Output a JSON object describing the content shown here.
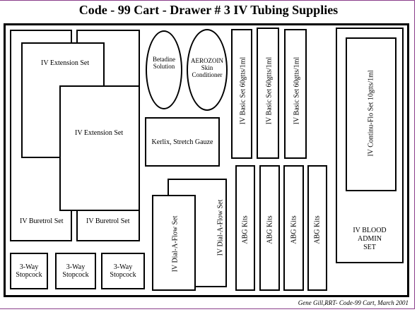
{
  "title": "Code - 99 Cart - Drawer # 3 IV Tubing Supplies",
  "items": {
    "buretrol_left": "IV Buretrol Set",
    "buretrol_right": "IV Buretrol Set",
    "extension_top": "IV Extension Set",
    "extension_front": "IV Extension Set",
    "stopcock_1": "3-Way\nStopcock",
    "stopcock_2": "3-Way\nStopcock",
    "stopcock_3": "3-Way\nStopcock",
    "betadine": "Betadine\nSolution",
    "aerozoin": "AEROZOIN\nSkin\nConditioner",
    "kerlix": "Kerlix, Stretch Gauze",
    "dial_flow_front": "IV Dial-A-Flow Set",
    "dial_flow_back": "IV Dial-A-Flow Set",
    "iv_basic_1": "IV Basic Set 60gtts/1ml",
    "iv_basic_2": "IV Basic Set 60gtts/1ml",
    "iv_basic_3": "IV Basic Set 60gtts/1ml",
    "abg_1": "ABG Kits",
    "abg_2": "ABG Kits",
    "abg_3": "ABG Kits",
    "abg_4": "ABG Kits",
    "continuflo": "IV Continu-Flo Set 10gtts/1ml",
    "blood_admin": "IV BLOOD\nADMIN\nSET"
  },
  "footer": "Gene Gill,RRT- Code-99 Cart, March 2001"
}
